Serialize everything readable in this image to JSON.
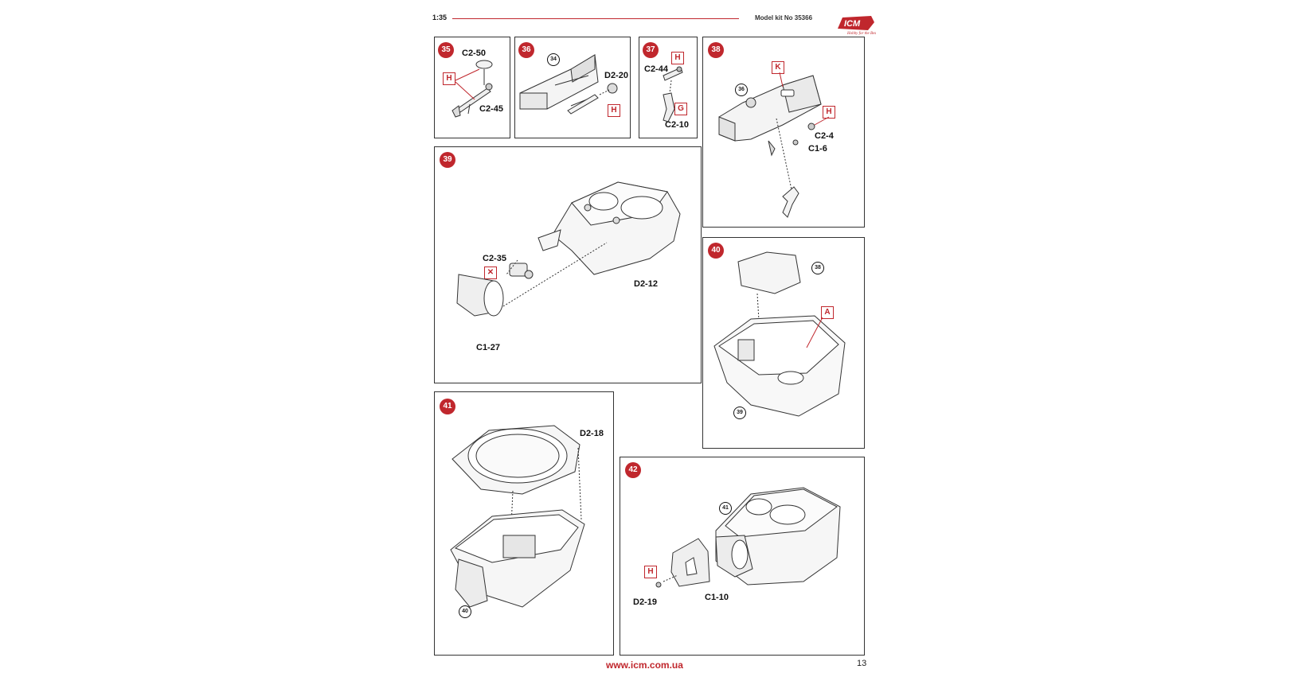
{
  "header": {
    "scale": "1:35",
    "kit": "Model kit No 35366",
    "brand": "ICM",
    "tagline": "Hobby for the Best"
  },
  "colors": {
    "accent": "#c0272d",
    "line": "#333333"
  },
  "steps": [
    {
      "number": "35",
      "parts": [
        "C2-50",
        "C2-45"
      ],
      "paint_codes": [
        "H"
      ]
    },
    {
      "number": "36",
      "parts": [
        "D2-20"
      ],
      "paint_codes": [
        "H"
      ],
      "refs": [
        "34"
      ]
    },
    {
      "number": "37",
      "parts": [
        "C2-44",
        "C2-10"
      ],
      "paint_codes": [
        "H",
        "G"
      ]
    },
    {
      "number": "38",
      "parts": [
        "C2-4",
        "C1-6"
      ],
      "paint_codes": [
        "K",
        "H"
      ],
      "refs": [
        "36"
      ]
    },
    {
      "number": "39",
      "parts": [
        "C2-35",
        "D2-12",
        "C1-27"
      ]
    },
    {
      "number": "40",
      "paint_codes": [
        "A"
      ],
      "refs": [
        "38",
        "39"
      ]
    },
    {
      "number": "41",
      "parts": [
        "D2-18"
      ],
      "refs": [
        "40"
      ]
    },
    {
      "number": "42",
      "parts": [
        "D2-19",
        "C1-10"
      ],
      "paint_codes": [
        "H"
      ],
      "refs": [
        "41"
      ]
    }
  ],
  "footer": {
    "url": "www.icm.com.ua",
    "page": "13"
  }
}
